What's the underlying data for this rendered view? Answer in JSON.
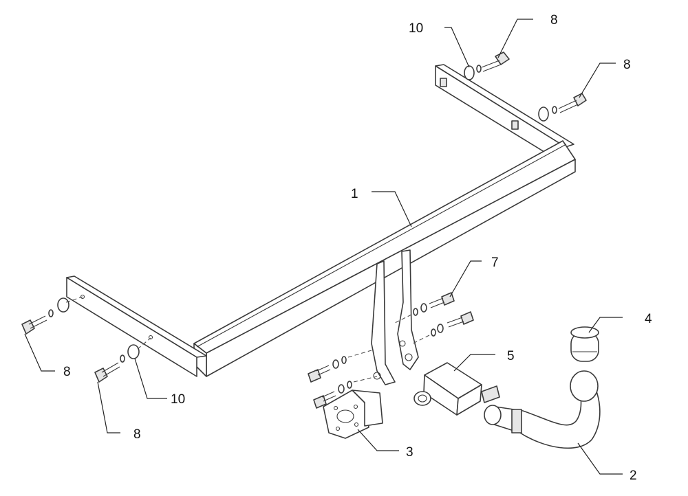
{
  "diagram": {
    "callouts": [
      {
        "id": "c1",
        "label": "1"
      },
      {
        "id": "c2",
        "label": "2"
      },
      {
        "id": "c3",
        "label": "3"
      },
      {
        "id": "c4",
        "label": "4"
      },
      {
        "id": "c5",
        "label": "5"
      },
      {
        "id": "c7",
        "label": "7"
      },
      {
        "id": "c8a",
        "label": "8"
      },
      {
        "id": "c8b",
        "label": "8"
      },
      {
        "id": "c8c",
        "label": "8"
      },
      {
        "id": "c8d",
        "label": "8"
      },
      {
        "id": "c10a",
        "label": "10"
      },
      {
        "id": "c10b",
        "label": "10"
      }
    ]
  }
}
